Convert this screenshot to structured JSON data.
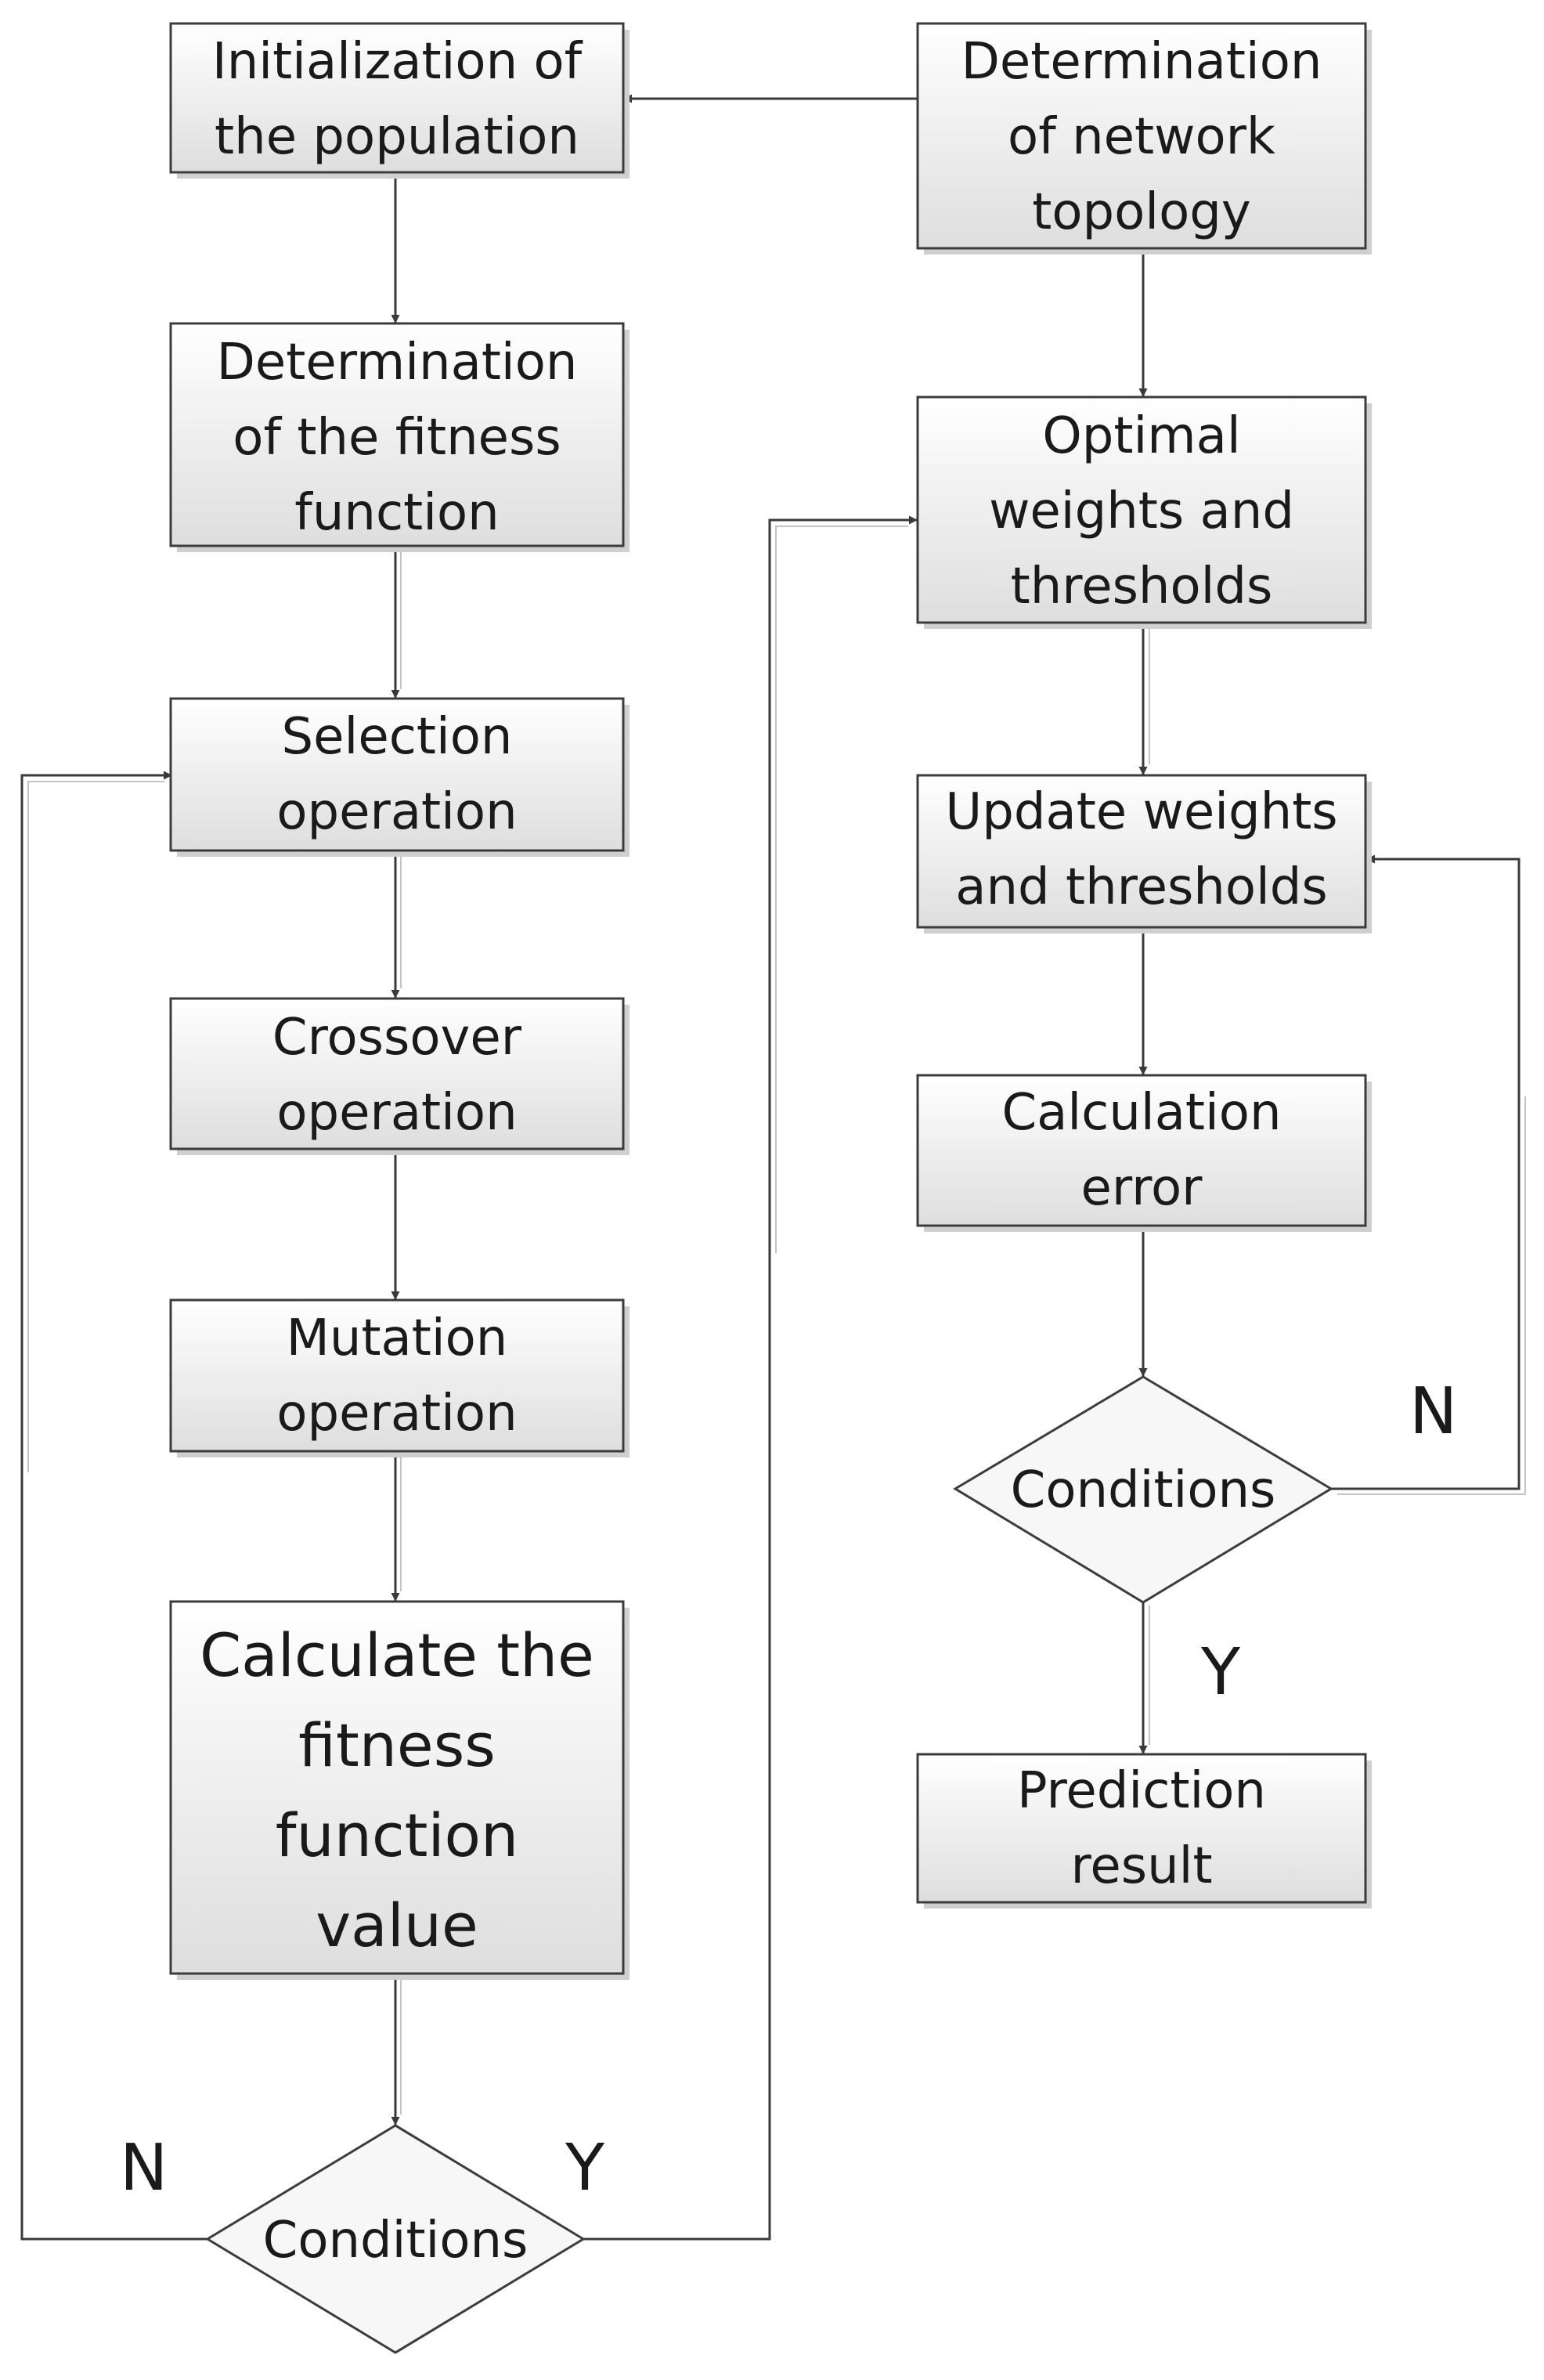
{
  "nodes": {
    "init_population": [
      "Initialization of",
      "the population"
    ],
    "fitness_function": [
      "Determination",
      "of the fitness",
      "function"
    ],
    "selection": [
      "Selection",
      "operation"
    ],
    "crossover": [
      "Crossover",
      "operation"
    ],
    "mutation": [
      "Mutation",
      "operation"
    ],
    "calc_fitness": [
      "Calculate the",
      "fitness",
      "function",
      "value"
    ],
    "conditions_left": "Conditions",
    "network_topology": [
      "Determination",
      "of network",
      "topology"
    ],
    "optimal_weights": [
      "Optimal",
      "weights and",
      "thresholds"
    ],
    "update_weights": [
      "Update weights",
      "and thresholds"
    ],
    "calc_error": [
      "Calculation",
      "error"
    ],
    "conditions_right": "Conditions",
    "prediction": [
      "Prediction",
      "result"
    ]
  },
  "edge_labels": {
    "left_no": "N",
    "left_yes": "Y",
    "right_no": "N",
    "right_yes": "Y"
  },
  "colors": {
    "box_top": "#ffffff",
    "box_bottom": "#dedede",
    "stroke": "#3c3c3c",
    "text": "#1a1a1a"
  }
}
